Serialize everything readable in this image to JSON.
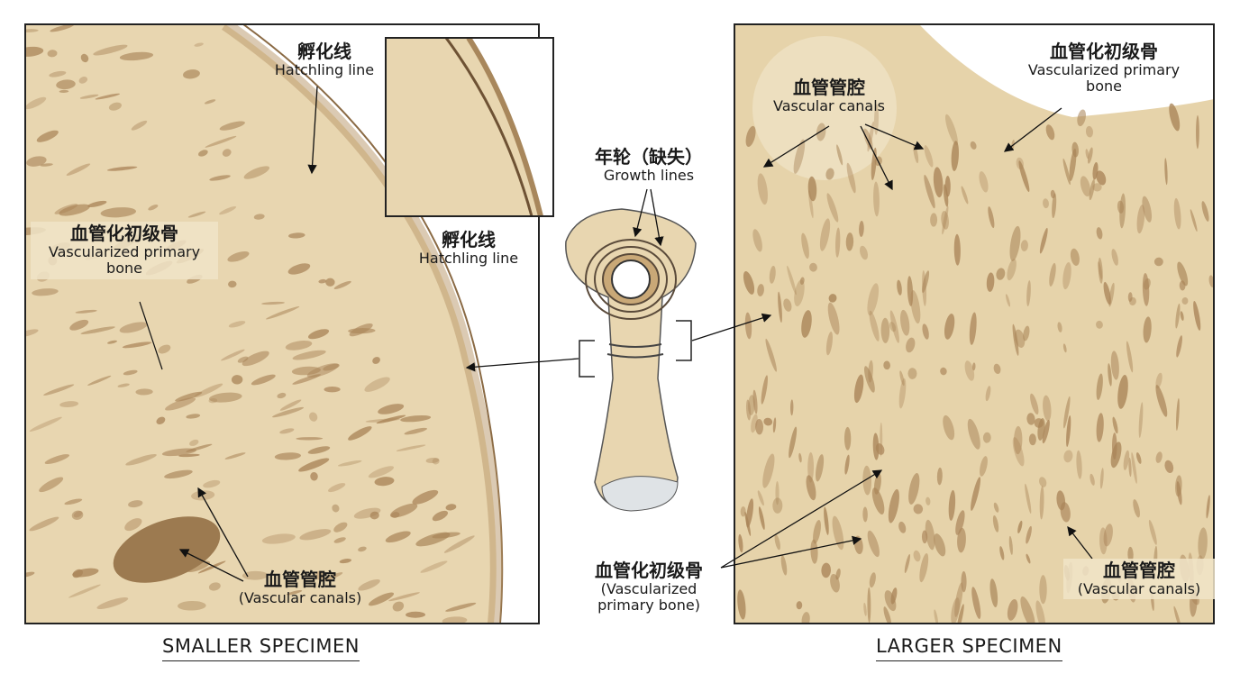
{
  "left_panel": {
    "hatchling_label_zh": "孵化线",
    "hatchling_label_en": "Hatchling line",
    "inset_label_zh": "孵化线",
    "inset_label_en": "Hatchling line",
    "primary_bone_zh": "血管化初级骨",
    "primary_bone_en_1": "Vascularized primary",
    "primary_bone_en_2": "bone",
    "canals_zh": "血管管腔",
    "canals_en": "(Vascular canals)",
    "caption": "SMALLER SPECIMEN"
  },
  "center": {
    "growth_lines_zh": "年轮（缺失）",
    "growth_lines_en": "Growth lines",
    "primary_bone_zh": "血管化初级骨",
    "primary_bone_en_1": "(Vascularized",
    "primary_bone_en_2": "primary bone)"
  },
  "right_panel": {
    "canals_top_zh": "血管管腔",
    "canals_top_en": "Vascular canals",
    "primary_bone_zh": "血管化初级骨",
    "primary_bone_en_1": "Vascularized primary",
    "primary_bone_en_2": "bone",
    "canals_bottom_zh": "血管管腔",
    "canals_bottom_en": "(Vascular canals)",
    "caption": "LARGER SPECIMEN"
  },
  "colors": {
    "bone": "#e9d8b2",
    "bone_dark": "#c8a878",
    "canal": "#a98458",
    "outline": "#222222"
  }
}
